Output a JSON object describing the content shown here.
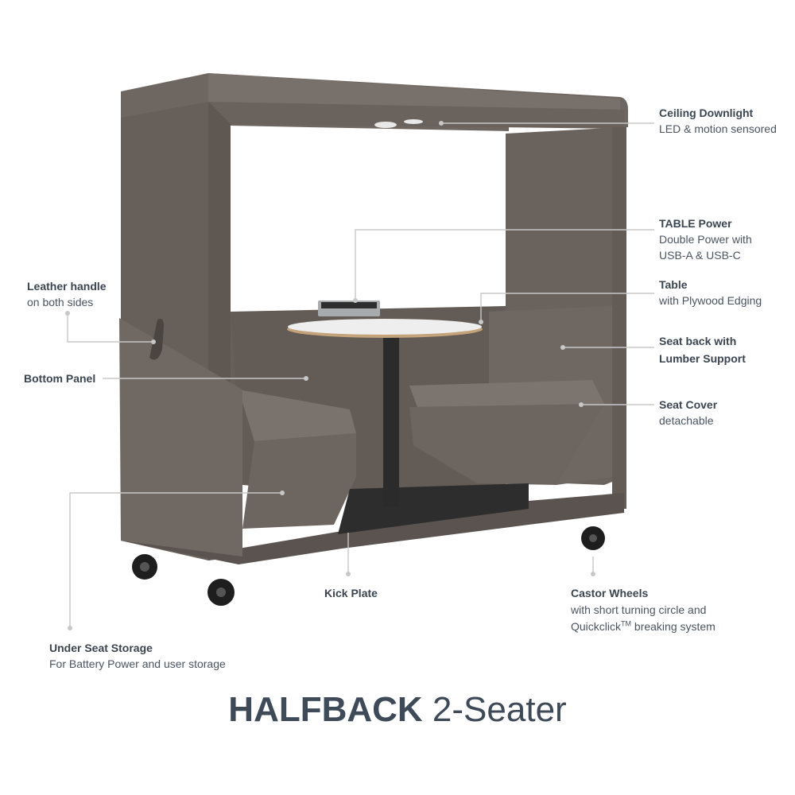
{
  "callouts": {
    "ceiling": {
      "head": "Ceiling Downlight",
      "sub": "LED & motion sensored"
    },
    "table_power": {
      "head": "TABLE Power",
      "sub1": "Double Power with",
      "sub2": "USB-A & USB-C"
    },
    "table": {
      "head": "Table",
      "sub": "with Plywood Edging"
    },
    "seat_back": {
      "head1": "Seat back with",
      "head2": "Lumber Support"
    },
    "seat_cover": {
      "head": "Seat Cover",
      "sub": "detachable"
    },
    "leather": {
      "head": "Leather handle",
      "sub": "on both sides"
    },
    "bottom_panel": {
      "head": "Bottom Panel"
    },
    "kick_plate": {
      "head": "Kick Plate"
    },
    "castor": {
      "head": "Castor Wheels",
      "sub1": "with short turning circle and",
      "sub2_pre": "Quickclick",
      "sub2_sup": "TM",
      "sub2_post": " breaking system"
    },
    "storage": {
      "head": "Under Seat Storage",
      "sub": "For Battery Power and user storage"
    }
  },
  "title": {
    "bold": "HALFBACK",
    "rest": " 2-Seater"
  },
  "colors": {
    "upholstery": "#6d6560",
    "upholstery_dark": "#5a534f",
    "base": "#2b2b2b",
    "label": "#3b4550",
    "leader": "#c8c8c8"
  }
}
